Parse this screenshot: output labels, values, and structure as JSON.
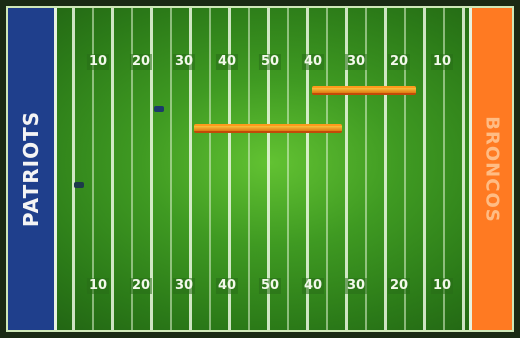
{
  "field": {
    "home_team": "PATRIOTS",
    "away_team": "BRONCOS",
    "home_color": "#1f3f8c",
    "away_color": "#ff7a22",
    "turf_color": "#3f9a22",
    "line_color": "#ecf8e2",
    "marker_color": "#f0a020"
  },
  "yard_numbers": {
    "top": [
      "10",
      "20",
      "30",
      "40",
      "50",
      "40",
      "30",
      "20",
      "10"
    ],
    "bottom": [
      "10",
      "20",
      "30",
      "40",
      "50",
      "40",
      "30",
      "20",
      "10"
    ]
  }
}
